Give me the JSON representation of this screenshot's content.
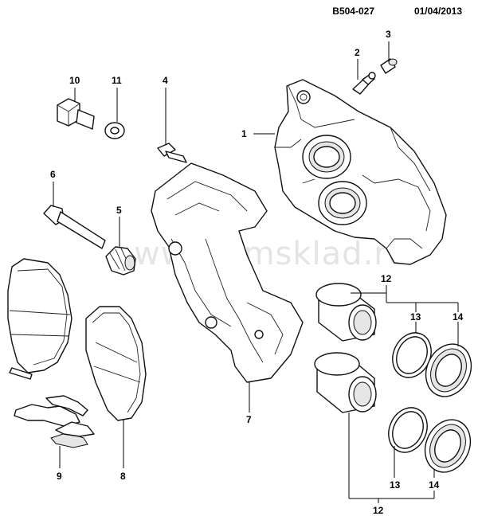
{
  "header": {
    "code": "B504-027",
    "date": "01/04/2013"
  },
  "watermark": "www.gmsklad.ru",
  "callouts": {
    "c1": "1",
    "c2": "2",
    "c3": "3",
    "c4": "4",
    "c5": "5",
    "c6": "6",
    "c7": "7",
    "c8": "8",
    "c9": "9",
    "c10": "10",
    "c11": "11",
    "c12_top": "12",
    "c12_bottom": "12",
    "c13_top": "13",
    "c13_bottom": "13",
    "c14_top": "14",
    "c14_bottom": "14"
  }
}
